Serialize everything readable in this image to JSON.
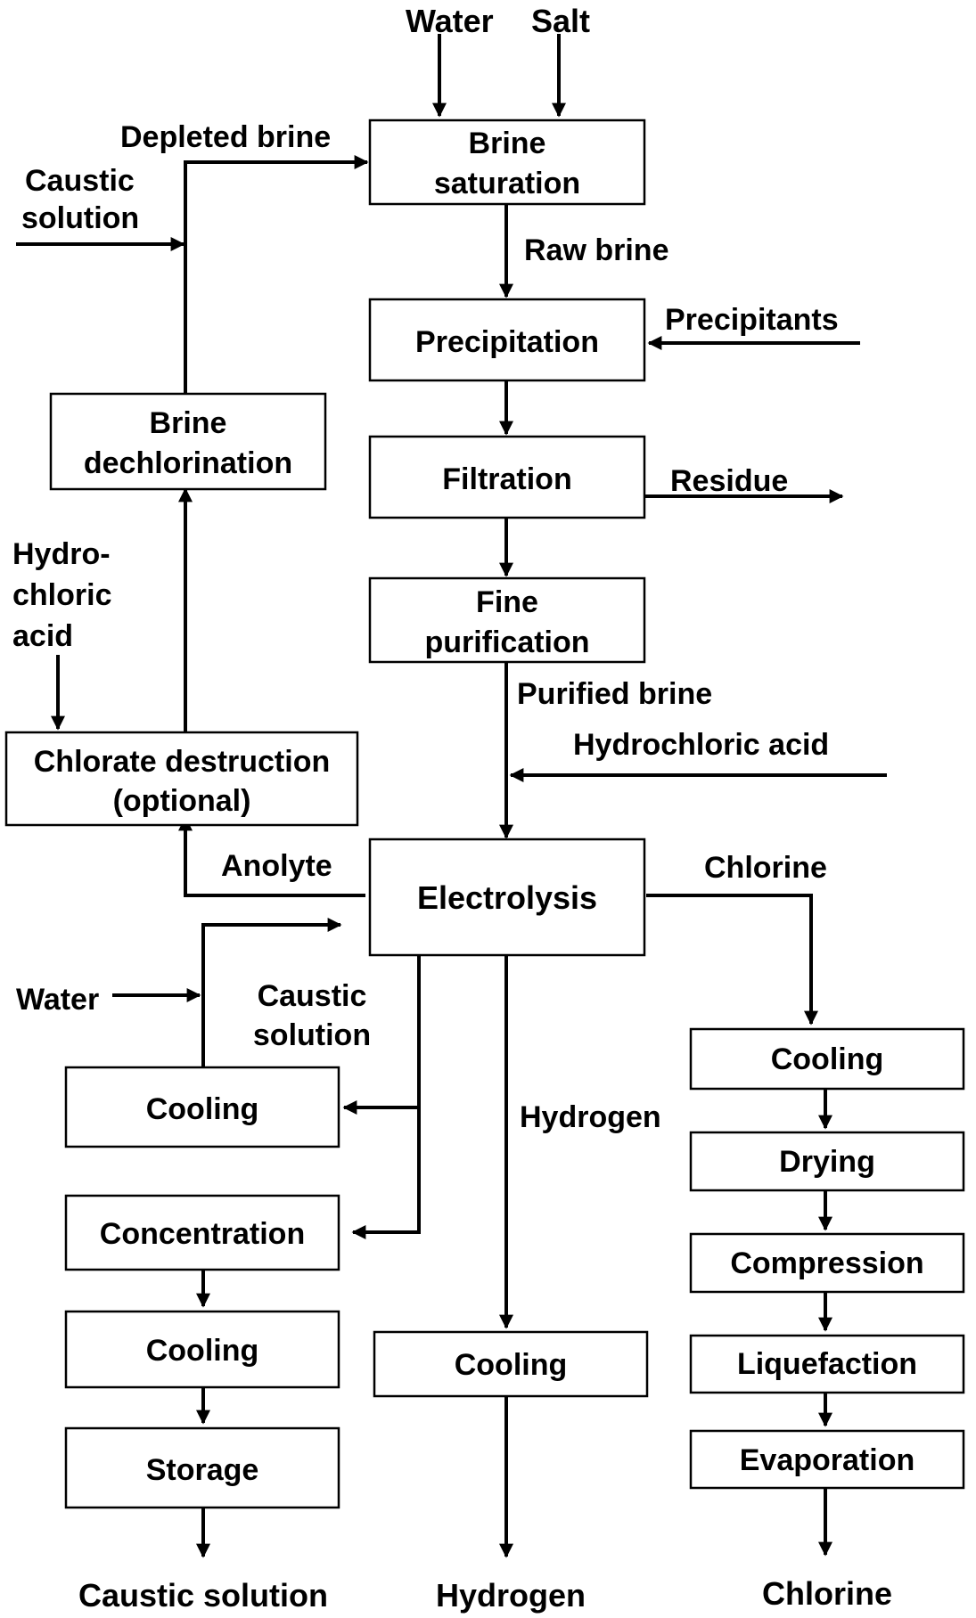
{
  "inputs": {
    "water": "Water",
    "salt": "Salt"
  },
  "boxes": {
    "brine_saturation": [
      "Brine",
      "saturation"
    ],
    "precipitation": "Precipitation",
    "filtration": "Filtration",
    "fine_purification": [
      "Fine",
      "purification"
    ],
    "electrolysis": "Electrolysis",
    "brine_dechlorination": [
      "Brine",
      "dechlorination"
    ],
    "chlorate_destruction": [
      "Chlorate destruction",
      "(optional)"
    ],
    "caustic_cooling_1": "Cooling",
    "concentration": "Concentration",
    "caustic_cooling_2": "Cooling",
    "storage": "Storage",
    "hydrogen_cooling": "Cooling",
    "chlorine_cooling": "Cooling",
    "drying": "Drying",
    "compression": "Compression",
    "liquefaction": "Liquefaction",
    "evaporation": "Evaporation"
  },
  "labels": {
    "depleted_brine": "Depleted brine",
    "caustic_solution_in": [
      "Caustic",
      "solution"
    ],
    "raw_brine": "Raw brine",
    "precipitants": "Precipitants",
    "residue": "Residue",
    "hydrochloric_acid_left": [
      "Hydro-",
      "chloric",
      "acid"
    ],
    "purified_brine": "Purified brine",
    "hydrochloric_acid": "Hydrochloric acid",
    "anolyte": "Anolyte",
    "chlorine": "Chlorine",
    "water": "Water",
    "caustic_solution_mid": [
      "Caustic",
      "solution"
    ],
    "hydrogen": "Hydrogen"
  },
  "outputs": {
    "caustic_solution": "Caustic solution",
    "hydrogen": "Hydrogen",
    "chlorine": "Chlorine"
  }
}
